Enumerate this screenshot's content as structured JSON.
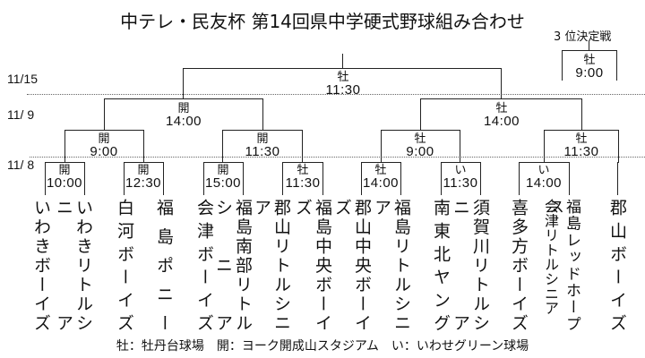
{
  "title": "中テレ・民友杯 第14回県中学硬式野球組み合わせ",
  "dates": {
    "final": "11/15",
    "day2": "11/ 9",
    "day1": "11/ 8"
  },
  "third_place": {
    "label": "3 位決定戦",
    "venue": "牡",
    "time": "9:00"
  },
  "final": {
    "venue": "牡",
    "time": "11:30"
  },
  "semifinals": [
    {
      "venue": "開",
      "time": "14:00"
    },
    {
      "venue": "牡",
      "time": "14:00"
    }
  ],
  "quarterfinals": [
    {
      "venue": "開",
      "time": "9:00"
    },
    {
      "venue": "開",
      "time": "11:30"
    },
    {
      "venue": "牡",
      "time": "9:00"
    },
    {
      "venue": "牡",
      "time": "11:30"
    }
  ],
  "first_round": [
    {
      "venue": "開",
      "time": "10:00"
    },
    {
      "venue": "開",
      "time": "12:30"
    },
    {
      "venue": "開",
      "time": "15:00"
    },
    {
      "venue": "牡",
      "time": "11:30"
    },
    {
      "venue": "牡",
      "time": "14:00"
    },
    {
      "venue": "い",
      "time": "11:30"
    },
    {
      "venue": "い",
      "time": "14:00"
    }
  ],
  "teams": [
    "いわきボーイズ",
    "いわきリトルシニア",
    "白河ボーイズ",
    "福島ポニー",
    "会津ボーイズ",
    "福島南部リトルシニア",
    "郡山リトルシニア",
    "福島中央ボーイズ",
    "郡山中央ボーイズ",
    "福島リトルシニア",
    "南東北ヤング",
    "須賀川リトルシニア",
    "喜多方ボーイズ",
    "福島レッドホープス",
    "会津リトルシニア",
    "郡山ボーイズ"
  ],
  "legend": "牡：牡丹台球場　開：ヨーク開成山スタジアム　い：いわせグリーン球場"
}
